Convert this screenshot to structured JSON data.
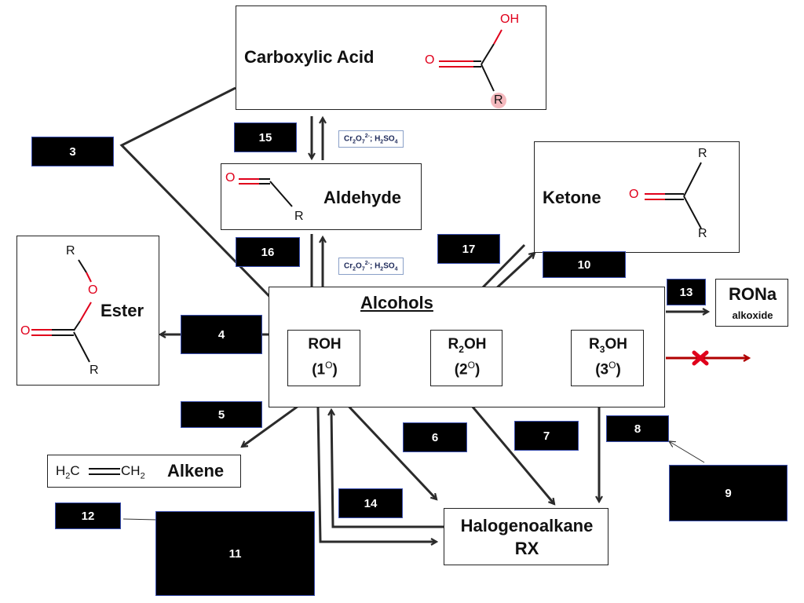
{
  "carboxylic_acid": {
    "label": "Carboxylic Acid",
    "oh": "OH",
    "o": "O",
    "r": "R"
  },
  "aldehyde": {
    "label": "Aldehyde",
    "o": "O",
    "r": "R"
  },
  "ketone": {
    "label": "Ketone",
    "o": "O",
    "r1": "R",
    "r2": "R"
  },
  "ester": {
    "label": "Ester",
    "r1": "R",
    "o1": "O",
    "o2": "O",
    "r2": "R"
  },
  "alcohols": {
    "title": "Alcohols",
    "primary": {
      "formula": "ROH",
      "degree": "(1",
      "sup": "O",
      "close": ")"
    },
    "secondary": {
      "formula_a": "R",
      "formula_sub": "2",
      "formula_b": "OH",
      "degree": "(2",
      "sup": "O",
      "close": ")"
    },
    "tertiary": {
      "formula_a": "R",
      "formula_sub": "3",
      "formula_b": "OH",
      "degree": "(3",
      "sup": "O",
      "close": ")"
    }
  },
  "alkoxide": {
    "label": "RONa",
    "sublabel": "alkoxide"
  },
  "alkene": {
    "label": "Alkene",
    "left_h": "H",
    "left_sub": "2",
    "left_c": "C",
    "right_c": "CH",
    "right_sub": "2"
  },
  "halogenoalkane": {
    "line1": "Halogenoalkane",
    "line2": "RX"
  },
  "reagent_upper": {
    "a": "Cr",
    "a_sub": "2",
    "b": "O",
    "b_sub": "7",
    "b_sup": "2-",
    "sep": "; ",
    "c": "H",
    "c_sub": "2",
    "d": "SO",
    "d_sub": "4"
  },
  "reagent_lower": {
    "a": "Cr",
    "a_sub": "2",
    "b": "O",
    "b_sub": "7",
    "b_sup": "2-",
    "sep": "; ",
    "c": "H",
    "c_sub": "2",
    "d": "SO",
    "d_sub": "4"
  },
  "numbered_boxes": {
    "n3": "3",
    "n4": "4",
    "n5": "5",
    "n6": "6",
    "n7": "7",
    "n8": "8",
    "n9": "9",
    "n10": "10",
    "n11": "11",
    "n12": "12",
    "n13": "13",
    "n14": "14",
    "n15": "15",
    "n16": "16",
    "n17": "17"
  },
  "colors": {
    "arrow": "#2b2b2b",
    "oxygen": "#e0001b",
    "no_reaction": "#b00000",
    "r_highlight": "#f4b8bd"
  },
  "icons": {
    "no_reaction": "cross-icon"
  }
}
